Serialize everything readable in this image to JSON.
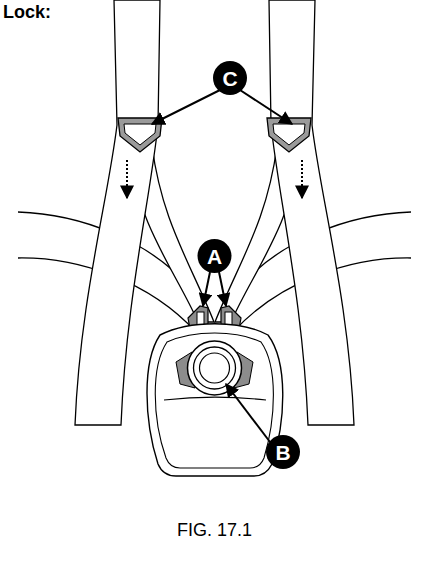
{
  "diagram": {
    "title": "Lock:",
    "caption": "FIG. 17.1",
    "labels": [
      "C",
      "A",
      "B"
    ]
  }
}
